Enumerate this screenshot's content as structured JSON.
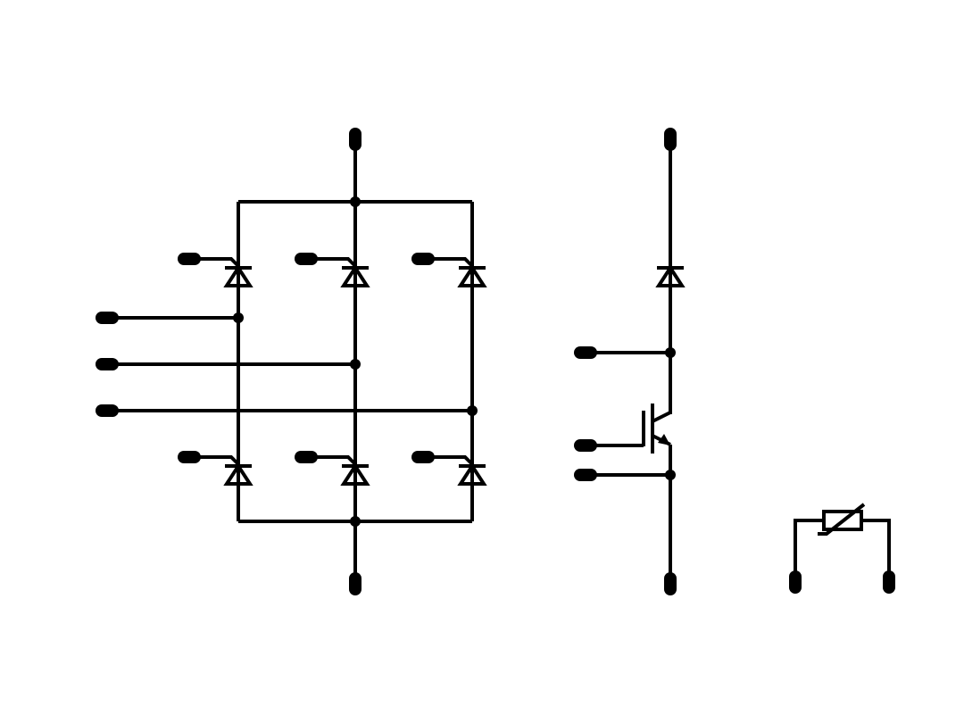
{
  "diagram": {
    "kind": "power-module-schematic",
    "line_color": "#000000",
    "background": "#ffffff",
    "blocks": [
      "thyristor-bridge-6",
      "brake-chopper-igbt-with-diode",
      "ntc-thermistor"
    ]
  }
}
